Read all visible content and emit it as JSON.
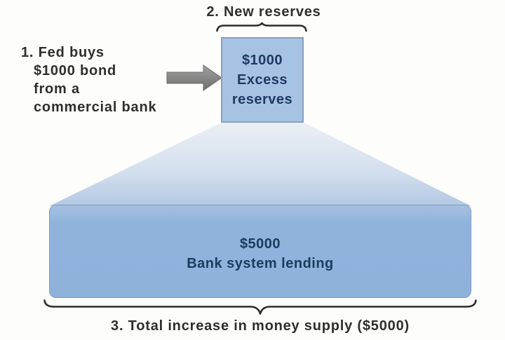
{
  "diagram": {
    "step1": {
      "line1": "1. Fed buys",
      "line2": "$1000 bond",
      "line3": "from a",
      "line4": "commercial bank"
    },
    "step2": {
      "label": "2. New reserves"
    },
    "excess_box": {
      "line1": "$1000",
      "line2": "Excess",
      "line3": "reserves"
    },
    "lending_box": {
      "line1": "$5000",
      "line2": "Bank system lending"
    },
    "step3": {
      "label": "3. Total increase in money supply ($5000)"
    }
  },
  "colors": {
    "canvas_bg": "#fdfdfb",
    "text_dark": "#2e2e2e",
    "text_navy": "#1b3c60",
    "excess_box_fill": "#a6c3e4",
    "excess_box_border": "#8b9fb8",
    "lending_box_fill": "#8fb2db",
    "lending_box_border": "#7d9bc0",
    "funnel_top": "#ebeff5",
    "funnel_bottom": "#b2c8e3",
    "arrow_fill": "#858585",
    "brace_stroke": "#2d2d2d"
  }
}
